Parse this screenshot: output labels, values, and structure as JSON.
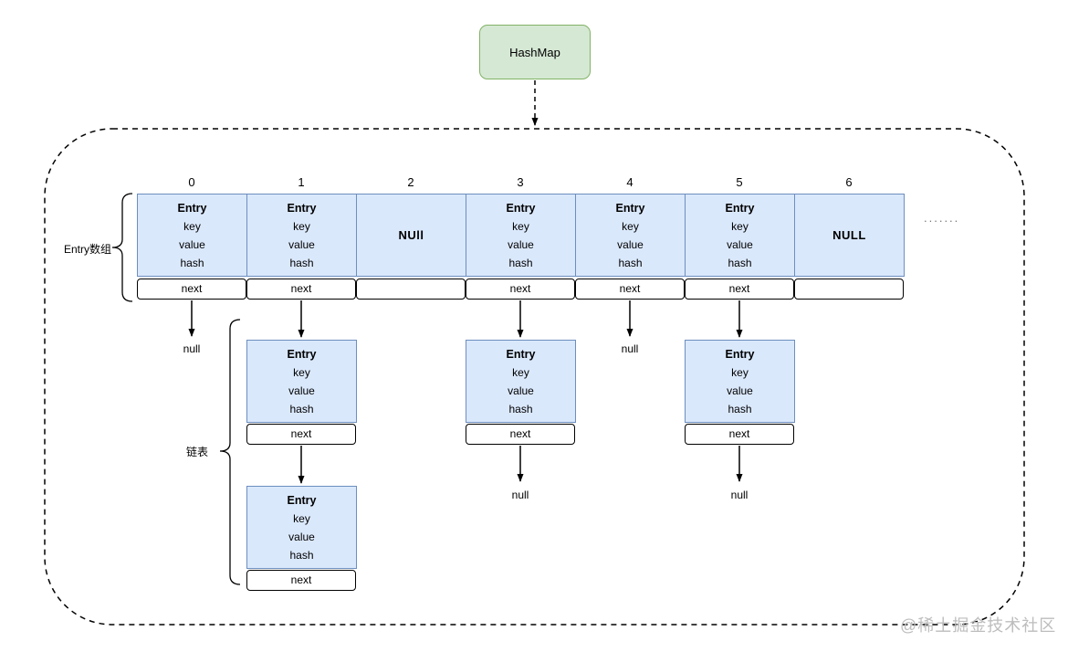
{
  "root": {
    "label": "HashMap"
  },
  "bucket_array": {
    "label": "Entry数组",
    "indices": [
      "0",
      "1",
      "2",
      "3",
      "4",
      "5",
      "6"
    ],
    "entry": {
      "title": "Entry",
      "field_key": "key",
      "field_value": "value",
      "field_hash": "hash"
    },
    "null_cell_2": "NUll",
    "null_cell_6": "NULL",
    "next_label": "next",
    "ellipsis": "......."
  },
  "linked_list": {
    "label": "链表",
    "node": {
      "title": "Entry",
      "field_key": "key",
      "field_value": "value",
      "field_hash": "hash"
    },
    "next_label": "next",
    "null_label": "null"
  },
  "watermark": "@稀土掘金技术社区",
  "colors": {
    "root_fill": "#d5e8d4",
    "root_border": "#82b366",
    "cell_fill": "#dae8fc",
    "cell_border": "#6c8ebf",
    "next_fill": "#ffffff",
    "line": "#000000",
    "watermark_gray": "#bdbdbd"
  }
}
